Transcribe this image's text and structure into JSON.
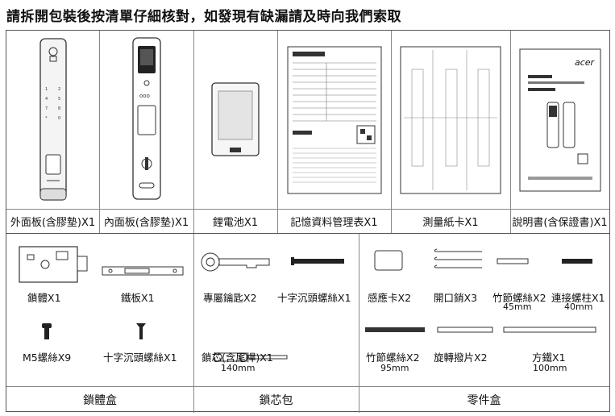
{
  "title": "請拆開包裝後按清單仔細核對，如發現有缺漏請及時向我們索取",
  "top_items": [
    {
      "label": "外面板(含膠墊)X1"
    },
    {
      "label": "內面板(含膠墊)X1"
    },
    {
      "label": "鋰電池X1"
    },
    {
      "label": "記憶資料管理表X1"
    },
    {
      "label": "測量紙卡X1"
    },
    {
      "label": "說明書(含保證書)X1"
    }
  ],
  "lock_body_box": {
    "name": "鎖體盒",
    "items": [
      {
        "label": "鎖體X1"
      },
      {
        "label": "鐵板X1"
      },
      {
        "label": "M5螺絲X9"
      },
      {
        "label": "十字沉頭螺絲X1"
      }
    ]
  },
  "cylinder_pack": {
    "name": "鎖芯包",
    "items": [
      {
        "label": "專屬鑰匙X2"
      },
      {
        "label": "十字沉頭螺絲X1"
      },
      {
        "label": "鎖芯(含尾桿)X1",
        "size": "140mm"
      }
    ]
  },
  "parts_box": {
    "name": "零件盒",
    "items": [
      {
        "label": "感應卡X2"
      },
      {
        "label": "開口銷X3"
      },
      {
        "label": "竹節螺絲X2",
        "size": "45mm"
      },
      {
        "label": "連接螺柱X1",
        "size": "40mm"
      },
      {
        "label": "竹節螺絲X2",
        "size": "95mm"
      },
      {
        "label": "旋轉撥片X2"
      },
      {
        "label": "方鐵X1",
        "size": "100mm"
      }
    ]
  },
  "manual_logo": "acer"
}
